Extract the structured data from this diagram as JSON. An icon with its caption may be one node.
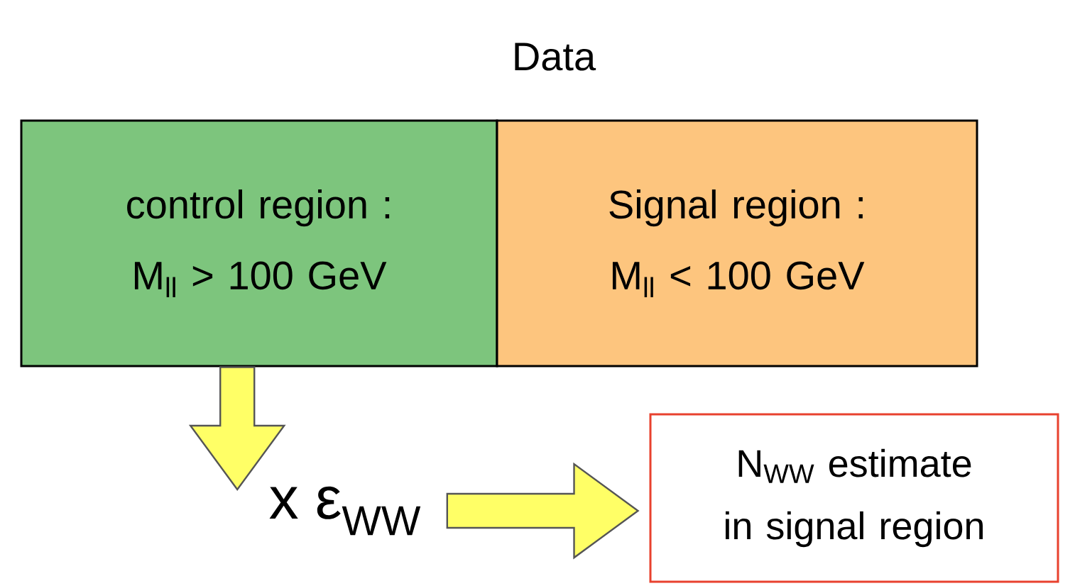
{
  "diagram": {
    "title": "Data",
    "nodes": [
      {
        "text": [
          "control region : M$_{ll}$ > 100 GeV"
        ]
      },
      {
        "text": [
          "Signal region : M$_{ll}$ < 100 GeV"
        ]
      },
      {
        "text": [
          "x ε$_{WW}$"
        ]
      },
      {
        "text": [
          "N$_{WW}$ estimate in signal region"
        ]
      }
    ],
    "edges": [
      {
        "from": 0,
        "to": 2,
        "arrow": "to"
      },
      {
        "from": 2,
        "to": 3,
        "arrow": "to"
      }
    ]
  }
}
